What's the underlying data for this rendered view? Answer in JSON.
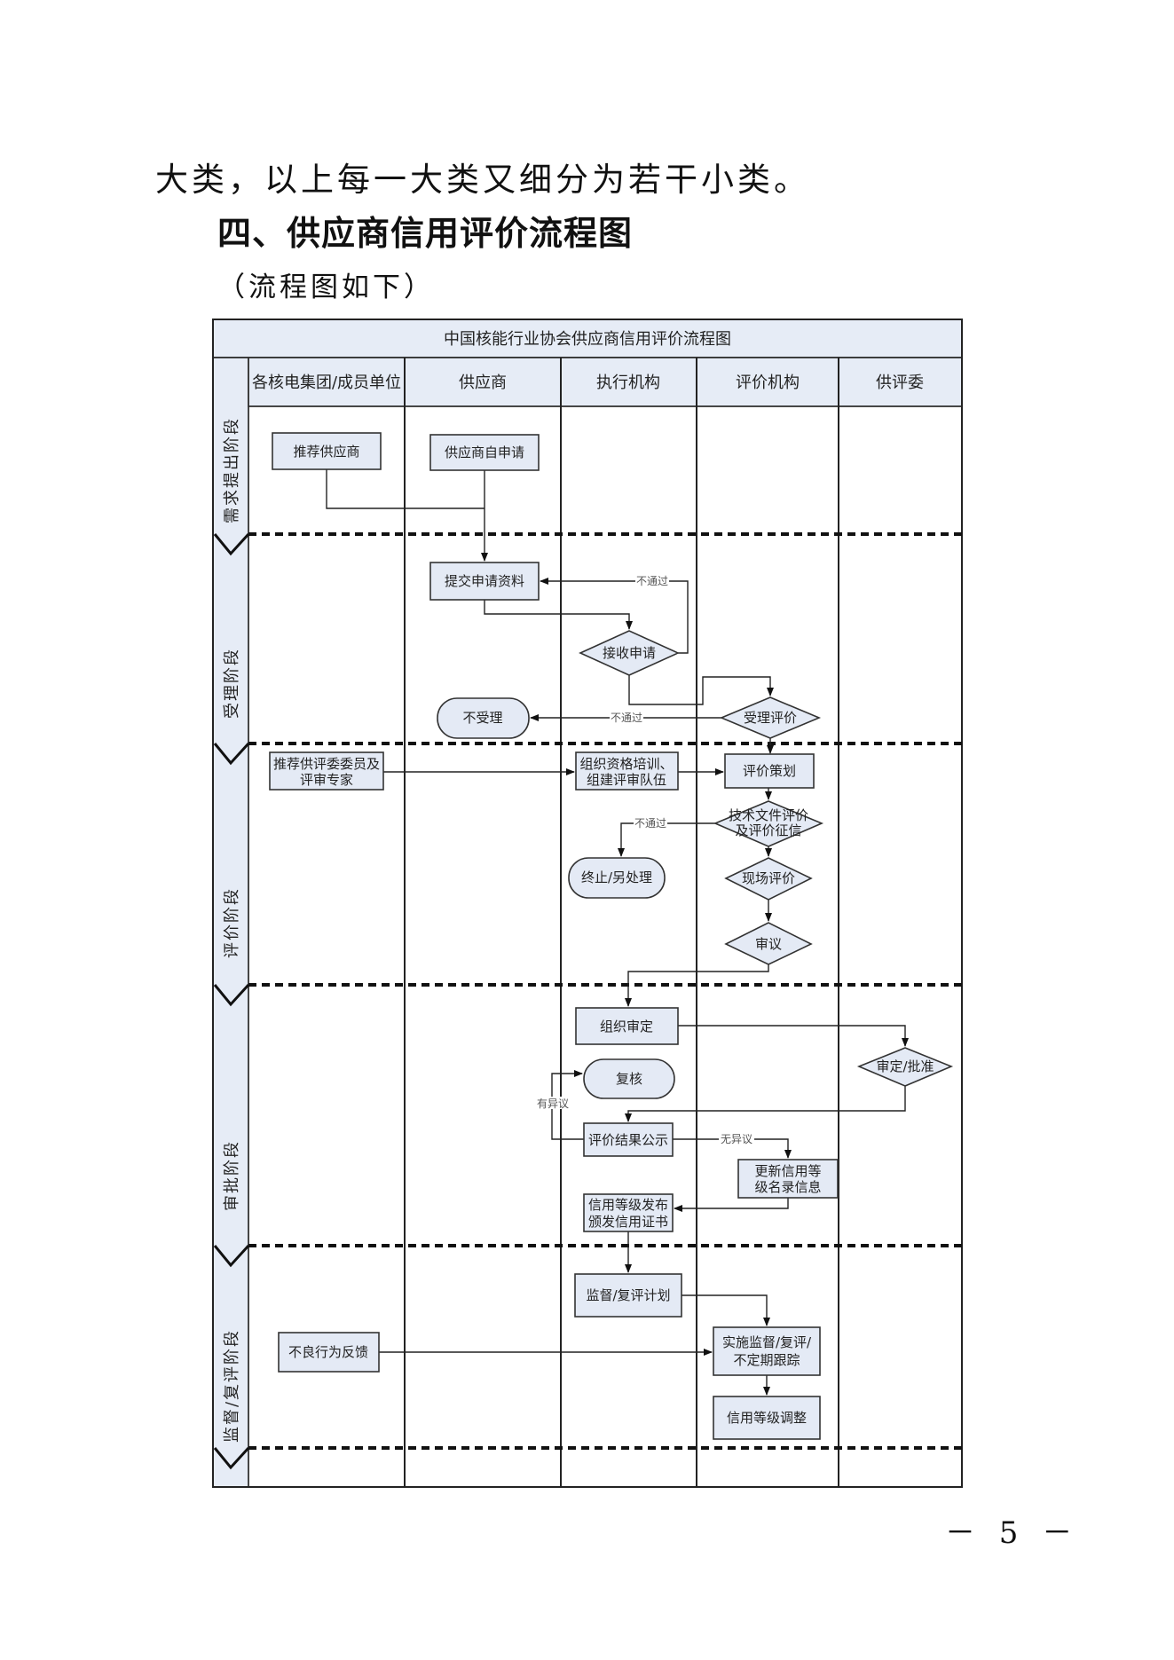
{
  "document": {
    "paragraph_tail": "大类，以上每一大类又细分为若干小类。",
    "section_heading": "四、供应商信用评价流程图",
    "subheading": "（流程图如下）",
    "page_number": "－ 5 －"
  },
  "flowchart": {
    "title": "中国核能行业协会供应商信用评价流程图",
    "lanes": [
      "各核电集团/成员单位",
      "供应商",
      "执行机构",
      "评价机构",
      "供评委"
    ],
    "phases": [
      "需求提出阶段",
      "受理阶段",
      "评价阶段",
      "审批阶段",
      "监督/复评阶段"
    ],
    "nodes": {
      "recommend_supplier": "推荐供应商",
      "self_apply": "供应商自申请",
      "submit_materials": "提交申请资料",
      "receive_application": "接收申请",
      "acceptance_review": "受理评价",
      "not_accepted": "不受理",
      "recommend_experts_1": "推荐供评委委员及",
      "recommend_experts_2": "评审专家",
      "training_1": "组织资格培训、",
      "training_2": "组建评审队伍",
      "eval_planning": "评价策划",
      "tech_eval_1": "技术文件评价",
      "tech_eval_2": "及评价征信",
      "terminate": "终止/另处理",
      "onsite_eval": "现场评价",
      "deliberation": "审议",
      "organize_review": "组织审定",
      "approve": "审定/批准",
      "recheck": "复核",
      "publicize": "评价结果公示",
      "update_1": "更新信用等",
      "update_2": "级名录信息",
      "publish_1": "信用等级发布",
      "publish_2": "颁发信用证书",
      "supervision_plan": "监督/复评计划",
      "misconduct": "不良行为反馈",
      "implement_1": "实施监督/复评/",
      "implement_2": "不定期跟踪",
      "adjust_grade": "信用等级调整"
    },
    "edge_labels": {
      "fail": "不通过",
      "objection": "有异议",
      "no_objection": "无异议"
    }
  }
}
